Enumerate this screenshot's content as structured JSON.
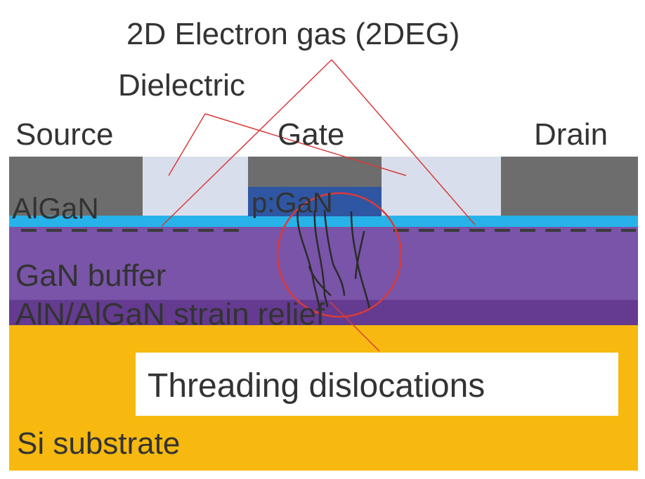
{
  "labels": {
    "two_deg": "2D Electron gas (2DEG)",
    "dielectric": "Dielectric",
    "source": "Source",
    "gate": "Gate",
    "drain": "Drain",
    "algan": "AlGaN",
    "pgan": "p:GaN",
    "gan_buffer": "GaN buffer",
    "strain_relief": "AlN/AlGaN strain relief",
    "threading": "Threading dislocations",
    "substrate": "Si substrate"
  },
  "colors": {
    "contact": "#6d6d6d",
    "dielectric": "#d9deec",
    "pgan": "#2f56a2",
    "algan": "#27b3ea",
    "gan_buffer": "#7954a8",
    "strain_relief": "#643b90",
    "substrate": "#f7b90f",
    "text_box": "#ffffff",
    "callout": "#d93a3a",
    "label_text": "#333333"
  }
}
